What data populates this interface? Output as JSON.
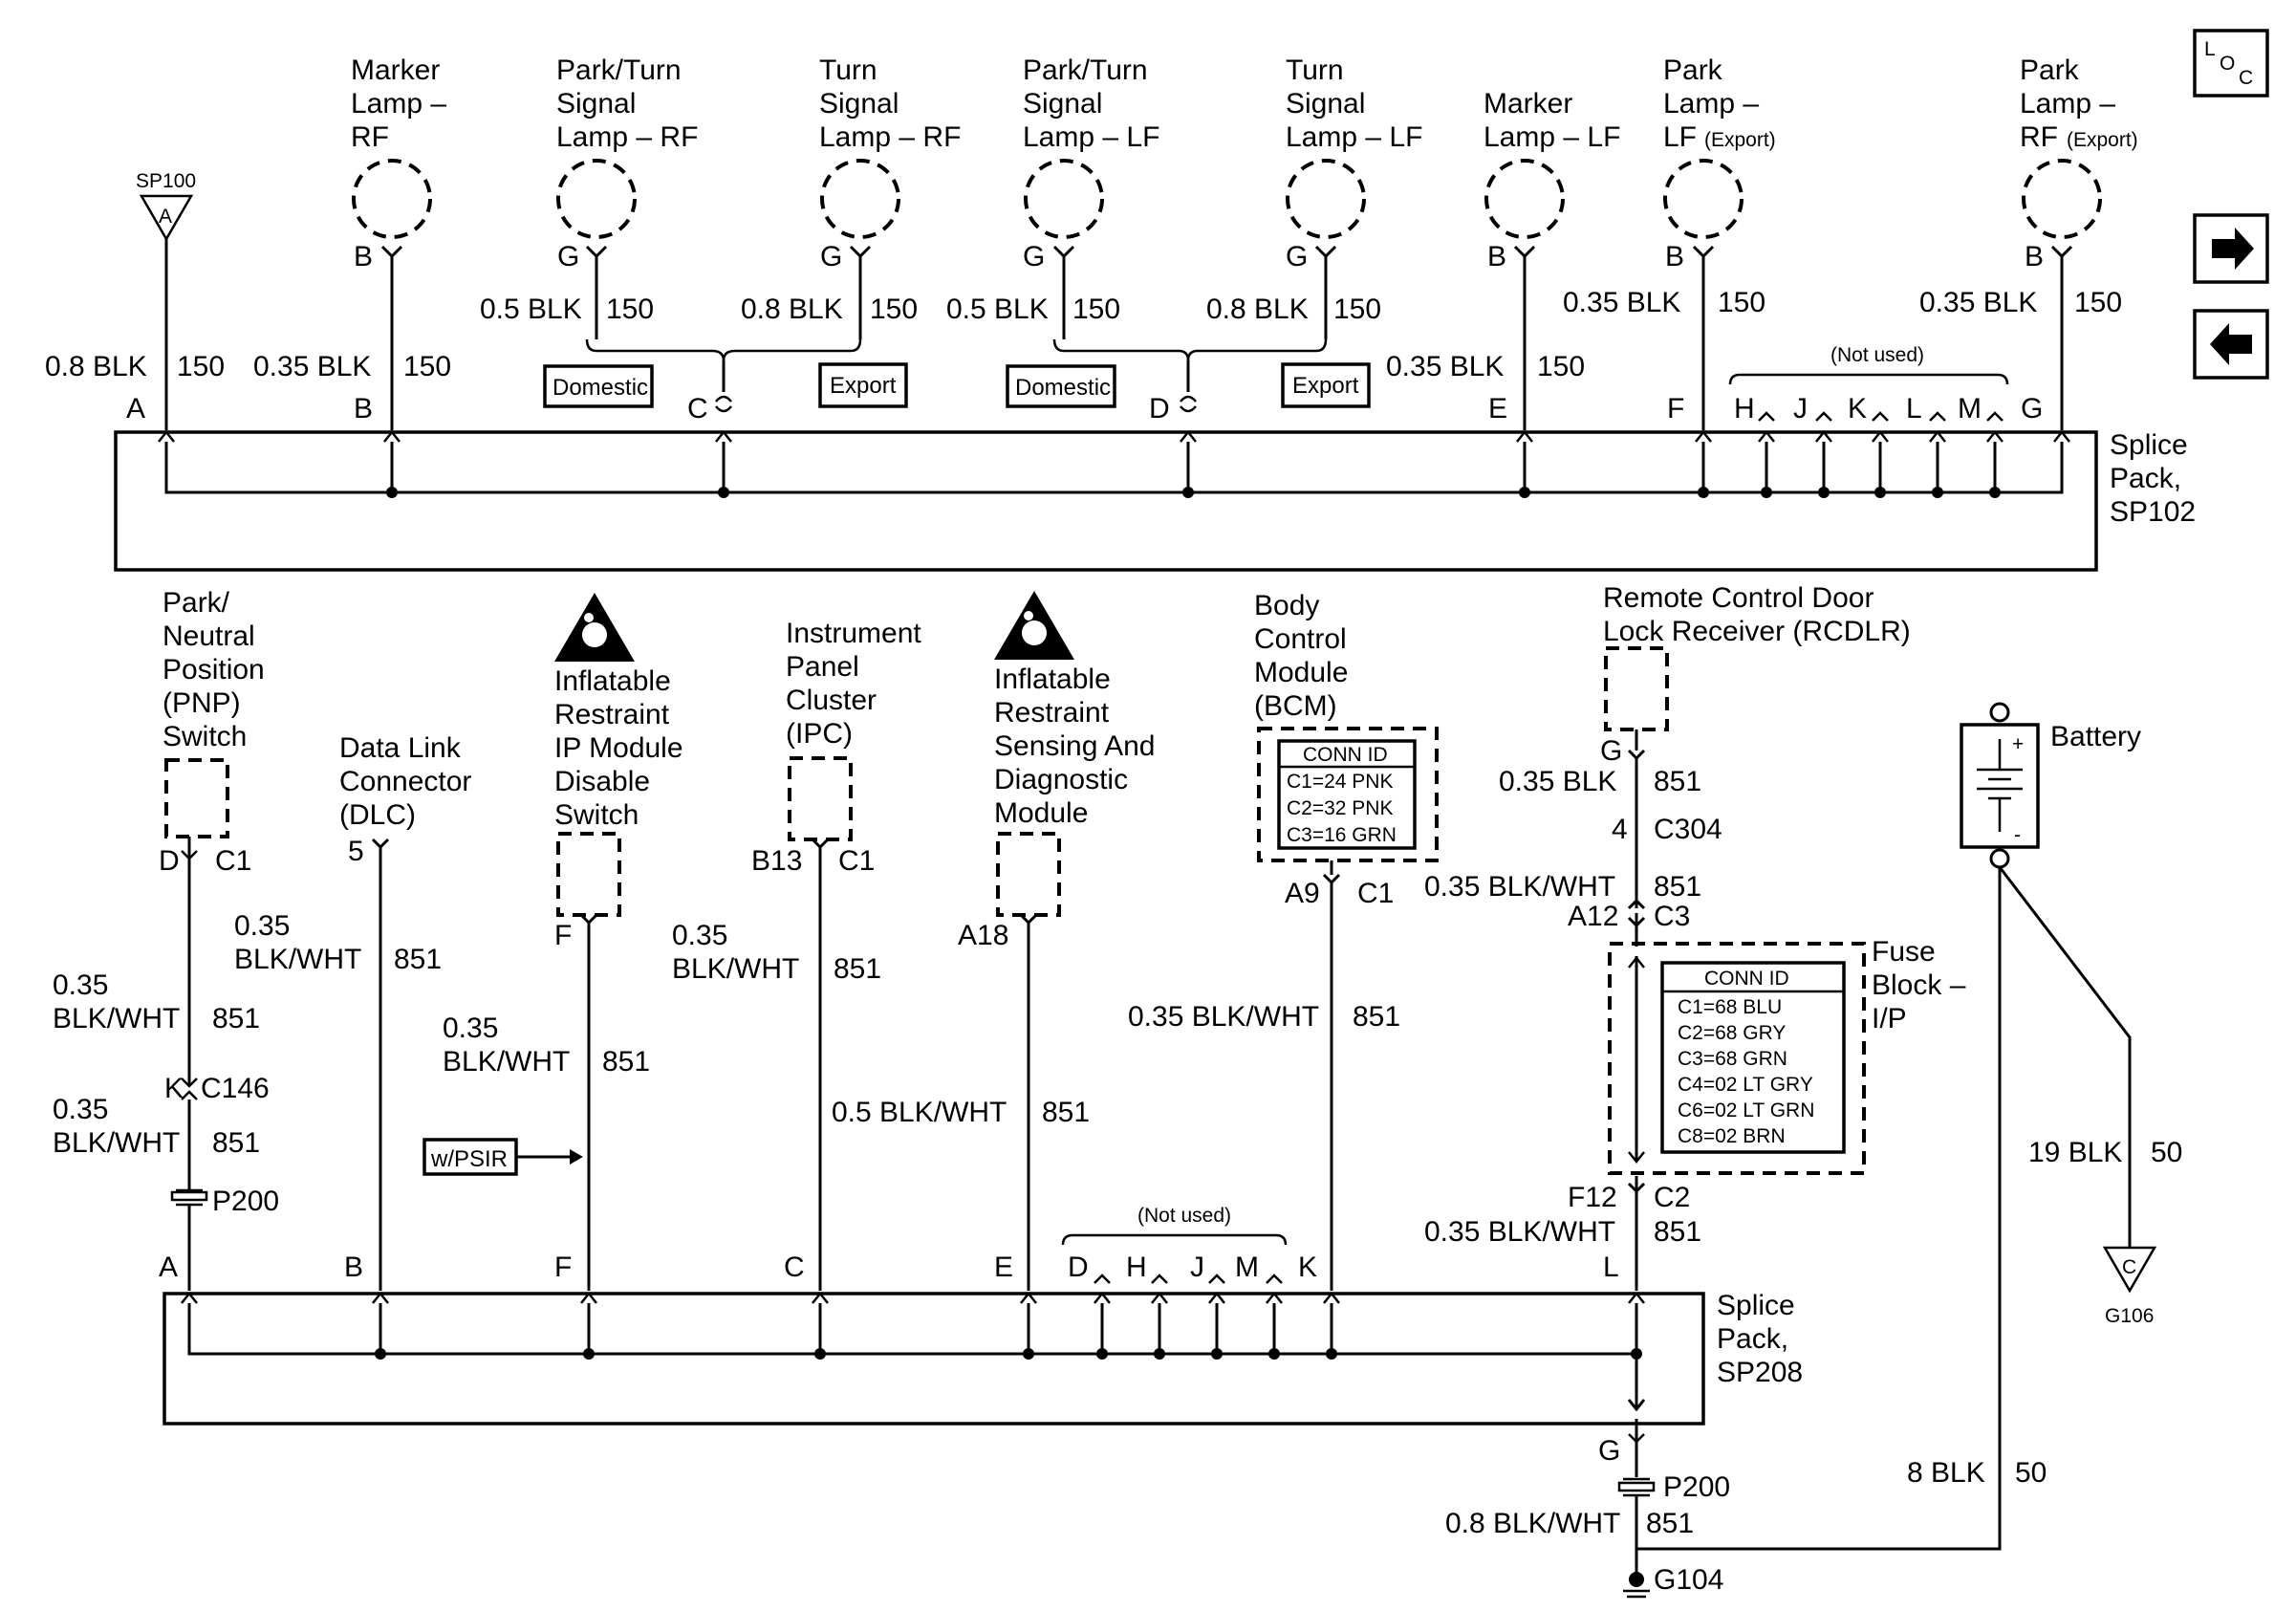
{
  "components_top": {
    "marker_rf": [
      "Marker",
      "Lamp –",
      "RF"
    ],
    "parkturn_rf": [
      "Park/Turn",
      "Signal",
      "Lamp – RF"
    ],
    "turn_rf": [
      "Turn",
      "Signal",
      "Lamp – RF"
    ],
    "parkturn_lf": [
      "Park/Turn",
      "Signal",
      "Lamp – LF"
    ],
    "turn_lf": [
      "Turn",
      "Signal",
      "Lamp – LF"
    ],
    "marker_lf": [
      "Marker",
      "Lamp – LF"
    ],
    "park_lf": [
      "Park",
      "Lamp –",
      "LF"
    ],
    "park_rf": [
      "Park",
      "Lamp –",
      "RF"
    ],
    "export_small": "(Export)"
  },
  "sp100": {
    "name": "SP100",
    "pin": "A"
  },
  "top_pins": {
    "marker_rf": "B",
    "parkturn_rf": "G",
    "turn_rf": "G",
    "parkturn_lf": "G",
    "turn_lf": "G",
    "marker_lf": "B",
    "park_lf": "B",
    "park_rf": "B"
  },
  "top_wires": {
    "sp100": {
      "gauge": "0.8 BLK",
      "circuit": "150"
    },
    "marker_rf": {
      "gauge": "0.35 BLK",
      "circuit": "150"
    },
    "parkturn_rf": {
      "gauge": "0.5 BLK",
      "circuit": "150"
    },
    "turn_rf": {
      "gauge": "0.8 BLK",
      "circuit": "150"
    },
    "parkturn_lf": {
      "gauge": "0.5 BLK",
      "circuit": "150"
    },
    "turn_lf": {
      "gauge": "0.8 BLK",
      "circuit": "150"
    },
    "marker_lf": {
      "gauge": "0.35 BLK",
      "circuit": "150"
    },
    "park_lf": {
      "gauge": "0.35 BLK",
      "circuit": "150"
    },
    "park_rf": {
      "gauge": "0.35 BLK",
      "circuit": "150"
    }
  },
  "options": {
    "domestic": "Domestic",
    "export": "Export",
    "not_used": "(Not used)",
    "w_psir": "w/PSIR"
  },
  "sp102": {
    "label": [
      "Splice",
      "Pack,",
      "SP102"
    ],
    "pins": [
      "A",
      "B",
      "C",
      "D",
      "E",
      "F",
      "H",
      "J",
      "K",
      "L",
      "M",
      "G"
    ]
  },
  "components_bottom": {
    "pnp": [
      "Park/",
      "Neutral",
      "Position",
      "(PNP)",
      "Switch"
    ],
    "dlc": [
      "Data Link",
      "Connector",
      "(DLC)"
    ],
    "ir_switch": [
      "Inflatable",
      "Restraint",
      "IP Module",
      "Disable",
      "Switch"
    ],
    "ipc": [
      "Instrument",
      "Panel",
      "Cluster",
      "(IPC)"
    ],
    "sdm": [
      "Inflatable",
      "Restraint",
      "Sensing And",
      "Diagnostic",
      "Module"
    ],
    "bcm": [
      "Body",
      "Control",
      "Module",
      "(BCM)"
    ],
    "rcdlr": [
      "Remote Control Door",
      "Lock Receiver (RCDLR)"
    ],
    "battery": "Battery",
    "fuse_block": [
      "Fuse",
      "Block –",
      "I/P"
    ]
  },
  "bcm_conn_id": {
    "title": "CONN ID",
    "rows": [
      "C1=24 PNK",
      "C2=32 PNK",
      "C3=16 GRN"
    ]
  },
  "fuse_conn_id": {
    "title": "CONN ID",
    "rows": [
      "C1=68 BLU",
      "C2=68 GRY",
      "C3=68 GRN",
      "C4=02 LT GRY",
      "C6=02 LT GRN",
      "C8=02 BRN"
    ]
  },
  "bottom_pins": {
    "pnp": {
      "pin": "D",
      "conn": "C1"
    },
    "dlc": {
      "pin": "5"
    },
    "ir_switch": {
      "pin": "F"
    },
    "ipc": {
      "pin": "B13",
      "conn": "C1"
    },
    "sdm": {
      "pin": "A18"
    },
    "bcm": {
      "pin": "A9",
      "conn": "C1"
    },
    "rcdlr": {
      "pin": "G"
    }
  },
  "bottom_wires": {
    "pnp_upper": {
      "gauge": [
        "0.35",
        "BLK/WHT"
      ],
      "circuit": "851"
    },
    "pnp_lower": {
      "gauge": [
        "0.35",
        "BLK/WHT"
      ],
      "circuit": "851"
    },
    "dlc": {
      "gauge": [
        "0.35",
        "BLK/WHT"
      ],
      "circuit": "851"
    },
    "ir_switch": {
      "gauge": [
        "0.35",
        "BLK/WHT"
      ],
      "circuit": "851"
    },
    "ipc_upper": {
      "gauge": [
        "0.35",
        "BLK/WHT"
      ],
      "circuit": "851"
    },
    "ipc_lower": {
      "gauge": "0.5 BLK/WHT",
      "circuit": "851"
    },
    "bcm": {
      "gauge": "0.35 BLK/WHT",
      "circuit": "851"
    },
    "rcdlr_1": {
      "gauge": "0.35 BLK",
      "circuit": "851"
    },
    "rcdlr_2": {
      "gauge": "0.35 BLK/WHT",
      "circuit": "851"
    },
    "fuse_out": {
      "gauge": "0.35 BLK/WHT",
      "circuit": "851"
    },
    "ground": {
      "gauge": "0.8 BLK/WHT",
      "circuit": "851"
    },
    "battery_g106": {
      "gauge": "19 BLK",
      "circuit": "50"
    },
    "battery_g104": {
      "gauge": "8 BLK",
      "circuit": "50"
    }
  },
  "inline_connectors": {
    "c146": {
      "pin": "K",
      "name": "C146"
    },
    "p200_left": "P200",
    "c304": {
      "pin": "4",
      "name": "C304"
    },
    "c3": {
      "pin": "A12",
      "name": "C3"
    },
    "c2": {
      "pin": "F12",
      "name": "C2"
    },
    "p200_bottom": {
      "pin": "G",
      "name": "P200"
    }
  },
  "sp208": {
    "label": [
      "Splice",
      "Pack,",
      "SP208"
    ],
    "pins": [
      "A",
      "B",
      "F",
      "C",
      "E",
      "D",
      "H",
      "J",
      "M",
      "K",
      "L"
    ]
  },
  "grounds": {
    "g104": "G104",
    "g106": {
      "name": "G106",
      "pin": "C"
    }
  },
  "battery_marks": {
    "plus": "+",
    "minus": "-"
  },
  "loc_icon": {
    "main": "L",
    "sub1": "O",
    "sub2": "C"
  },
  "nav": {
    "next": "next-page-arrow",
    "prev": "prev-page-arrow"
  }
}
